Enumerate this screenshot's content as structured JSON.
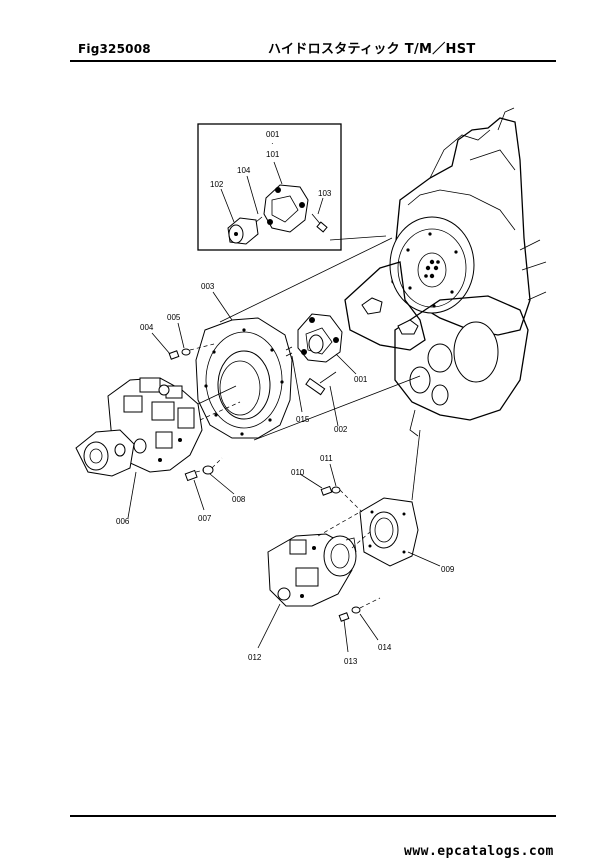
{
  "header": {
    "figure_id": "Fig325008",
    "title": "ハイドロスタティック T/M／HST"
  },
  "footer": {
    "watermark": "www.epcatalogs.com"
  },
  "callouts": {
    "c001_top": "001",
    "c001_dot": "·",
    "c101": "101",
    "c104": "104",
    "c102": "102",
    "c103": "103",
    "c003": "003",
    "c005": "005",
    "c004": "004",
    "c001_mid": "001",
    "c015": "015",
    "c002": "002",
    "c010": "010",
    "c011": "011",
    "c006": "006",
    "c007": "007",
    "c008": "008",
    "c009": "009",
    "c012": "012",
    "c013": "013",
    "c014": "014"
  }
}
